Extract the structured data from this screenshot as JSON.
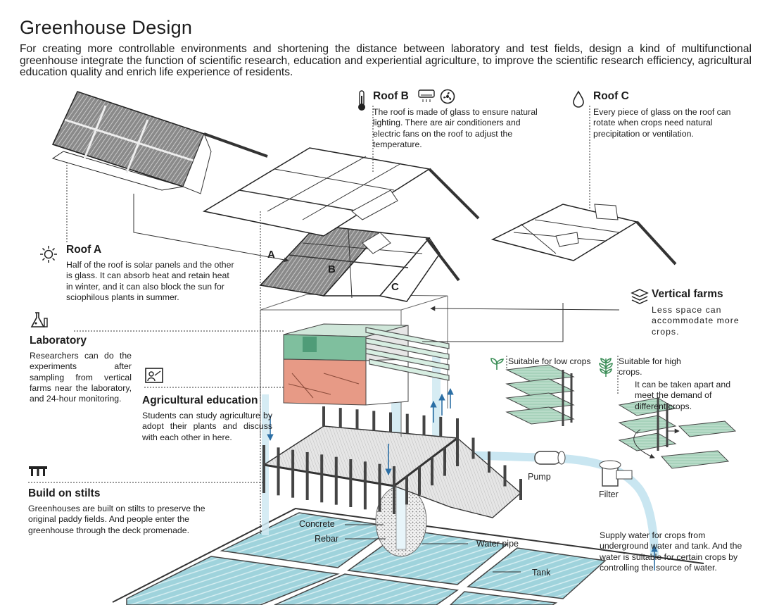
{
  "header": {
    "title": "Greenhouse Design",
    "intro": "For creating more controllable environments and shortening the distance between laboratory and test fields, design a kind of multifunctional greenhouse integrate the function of scientific research, education and experiential agriculture, to improve the scientific research efficiency, agricultural education quality and enrich life experience of residents."
  },
  "roof_a": {
    "title": "Roof A",
    "text": "Half of the roof is solar panels and the other is glass. It can absorb heat and retain heat in winter, and it can also block the sun for sciophilous plants in summer.",
    "icon": "sun-icon"
  },
  "roof_b": {
    "title": "Roof B",
    "text": "The roof is made of glass to ensure natural lighting. There are air conditioners and electric fans on the roof to adjust the temperature.",
    "icons": [
      "thermometer-icon",
      "air-conditioner-icon",
      "fan-icon"
    ]
  },
  "roof_c": {
    "title": "Roof C",
    "text": "Every piece of glass on the roof can rotate when crops need natural precipitation or ventilation.",
    "icon": "water-drop-icon"
  },
  "laboratory": {
    "title": "Laboratory",
    "text": "Researchers can do the experiments after sampling from vertical farms near the laboratory, and 24-hour monitoring.",
    "icon": "lab-flask-icon"
  },
  "education": {
    "title": "Agricultural education",
    "text": "Students can study agriculture by adopt their plants and discuss with each other in here.",
    "icon": "teaching-board-icon"
  },
  "stilts": {
    "title": "Build on stilts",
    "text": "Greenhouses are built on stilts to preserve the original paddy fields. And people enter the greenhouse through the deck promenade.",
    "icon": "stilts-icon"
  },
  "vertical_farms": {
    "title": "Vertical farms",
    "text": "Less space can accommodate more crops.",
    "icon": "layers-icon",
    "low": "Suitable for low crops",
    "high": "Suitable for high crops.",
    "apart": "It can be taken apart and meet the demand of different crops."
  },
  "water": {
    "text": "Supply water for crops from underground water and tank. And the water is suitable for certain crops by controlling the source of water."
  },
  "labels": {
    "a": "A",
    "b": "B",
    "c": "C",
    "pump": "Pump",
    "filter": "Filter",
    "concrete": "Concrete",
    "rebar": "Rebar",
    "water_pipe": "Water pipe",
    "tank": "Tank"
  },
  "colors": {
    "lab_green": "#7fbf9e",
    "lab_red": "#e79a86",
    "water": "#a8d8e8",
    "arrow_blue": "#2c6fa5"
  }
}
